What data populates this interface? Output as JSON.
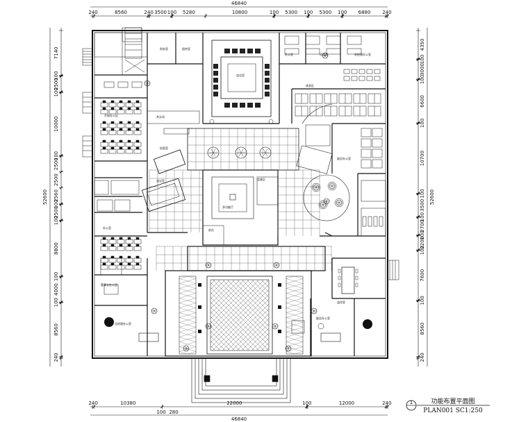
{
  "top_dims": {
    "total": "46840",
    "segments": [
      "240",
      "8560",
      "240",
      "3500",
      "100",
      "5280",
      "10800",
      "100",
      "5300",
      "100",
      "5300",
      "100",
      "6880",
      "240"
    ]
  },
  "bottom_dims": {
    "segments_upper": [
      "240",
      "10380",
      "22000",
      "100",
      "12000",
      "240"
    ],
    "segments_lower": [
      "100",
      "280"
    ],
    "total": "46840"
  },
  "left_dims": {
    "segments": [
      "7140",
      "100",
      "2500",
      "100",
      "10000",
      "100",
      "2500",
      "2500",
      "2560",
      "100",
      "2500",
      "100",
      "8800",
      "100",
      "4000",
      "100",
      "8560",
      "240"
    ],
    "total": "52600"
  },
  "right_dims": {
    "segments": [
      "4350",
      "100",
      "3000",
      "100",
      "6600",
      "100",
      "10700",
      "100",
      "3500",
      "100",
      "2700",
      "100",
      "2200",
      "100",
      "7600",
      "100",
      "8560",
      "240"
    ],
    "total": "52600"
  },
  "title": {
    "number": "1",
    "cn": "功能布置平面图",
    "en": "PLAN001 SC1:250"
  },
  "room_labels": [
    "会议室",
    "办公室",
    "经理室",
    "总经理办公室",
    "财务室",
    "接待室",
    "开放办公区",
    "茶水间",
    "档案室",
    "休息区",
    "副总办公室",
    "会客区",
    "前台",
    "多功能厅",
    "董事长办公室",
    "监控室"
  ]
}
